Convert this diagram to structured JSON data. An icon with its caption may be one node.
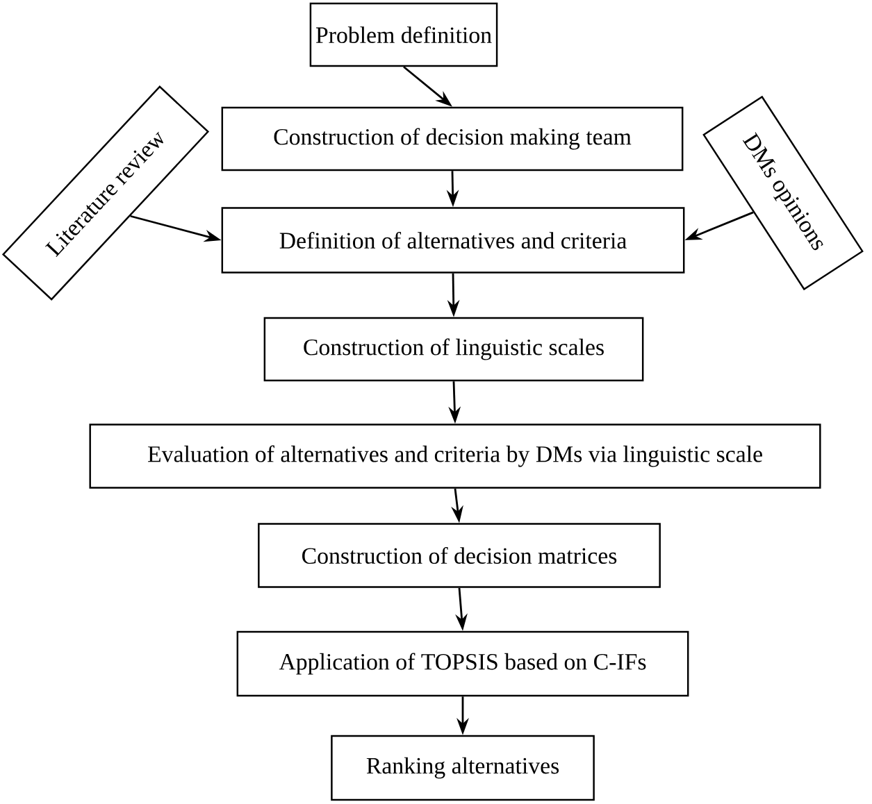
{
  "diagram": {
    "nodes": [
      {
        "text": [
          "Problem definition"
        ]
      },
      {
        "text": [
          "Construction of decision making team"
        ]
      },
      {
        "text": [
          "Literature review"
        ]
      },
      {
        "text": [
          "Definition of alternatives and criteria"
        ]
      },
      {
        "text": [
          "DMs opinions"
        ]
      },
      {
        "text": [
          "Construction of linguistic scales"
        ]
      },
      {
        "text": [
          "Evaluation of alternatives and criteria by DMs via linguistic scale"
        ]
      },
      {
        "text": [
          "Construction of decision matrices"
        ]
      },
      {
        "text": [
          "Application of TOPSIS based on C-IFs"
        ]
      },
      {
        "text": [
          "Ranking alternatives"
        ]
      }
    ],
    "edges": [
      {
        "from": 0,
        "to": 1,
        "arrow": "to"
      },
      {
        "from": 1,
        "to": 3,
        "arrow": "to"
      },
      {
        "from": 2,
        "to": 3,
        "arrow": "to"
      },
      {
        "from": 4,
        "to": 3,
        "arrow": "to"
      },
      {
        "from": 3,
        "to": 5,
        "arrow": "to"
      },
      {
        "from": 5,
        "to": 6,
        "arrow": "to"
      },
      {
        "from": 6,
        "to": 7,
        "arrow": "to"
      },
      {
        "from": 7,
        "to": 8,
        "arrow": "to"
      },
      {
        "from": 8,
        "to": 9,
        "arrow": "to"
      }
    ]
  }
}
